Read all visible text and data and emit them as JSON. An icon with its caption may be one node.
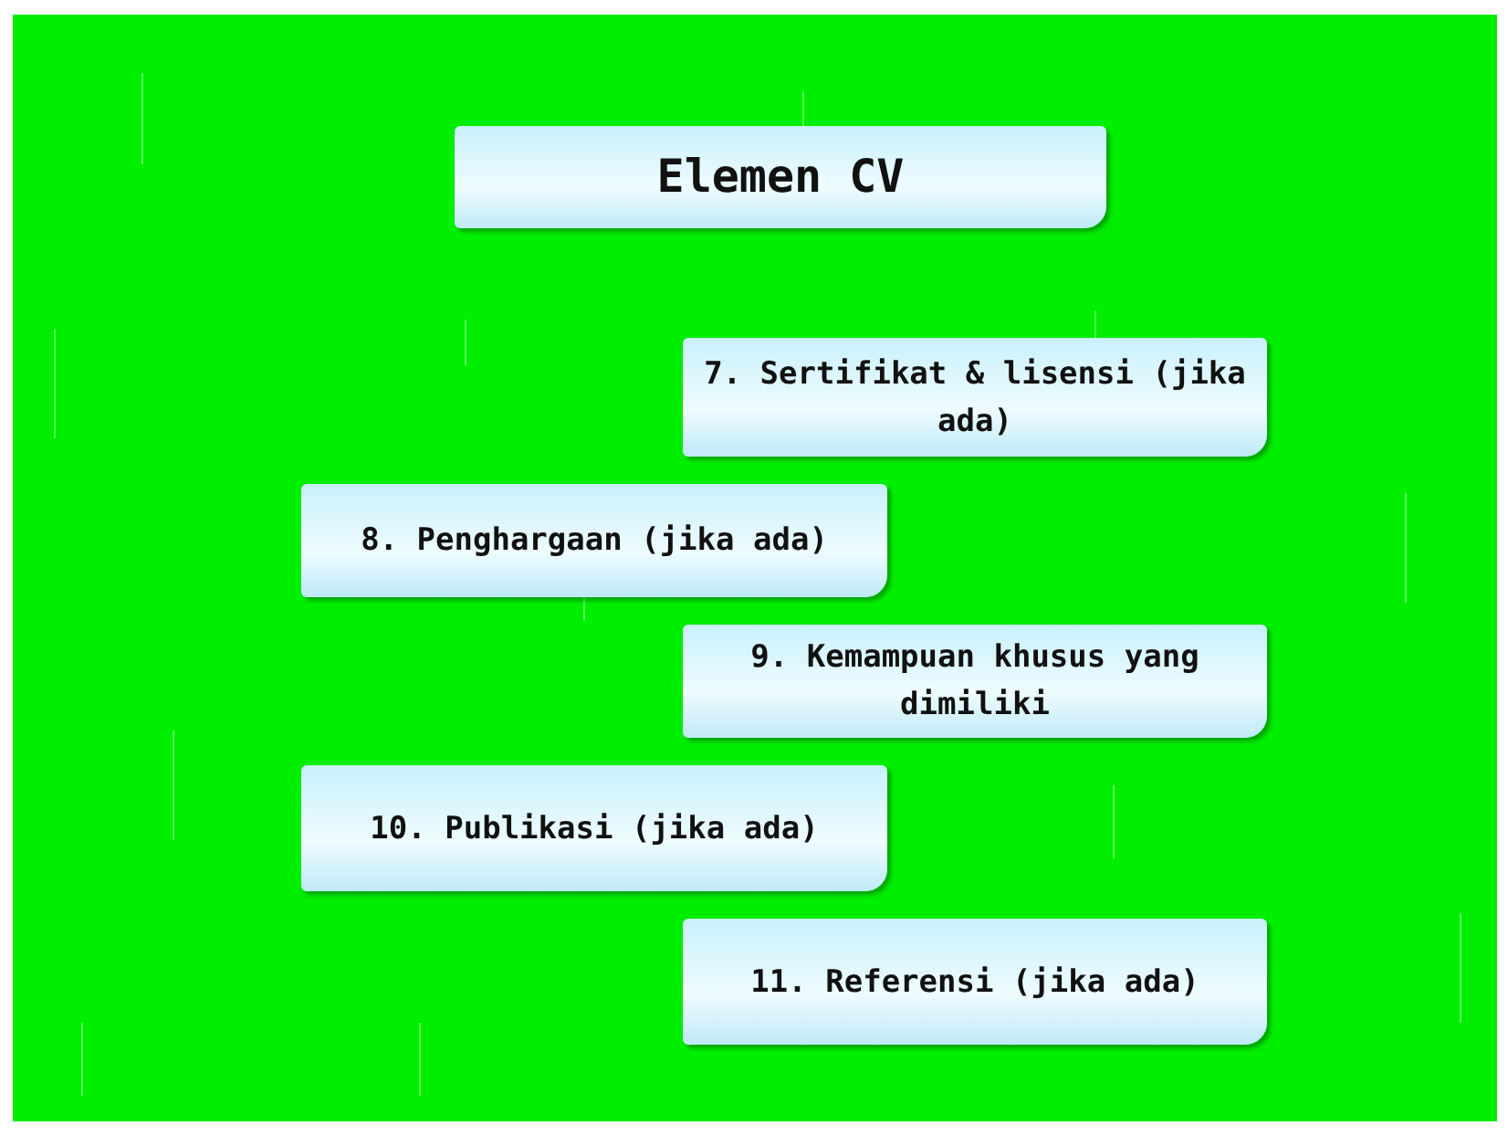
{
  "diagram": {
    "nodes": [
      {
        "text": [
          "Elemen CV"
        ]
      },
      {
        "text": [
          "7. Sertifikat & lisensi (jika ada)"
        ]
      },
      {
        "text": [
          "8. Penghargaan (jika ada)"
        ]
      },
      {
        "text": [
          "9. Kemampuan khusus yang dimiliki"
        ]
      },
      {
        "text": [
          "10. Publikasi (jika ada)"
        ]
      },
      {
        "text": [
          "11. Referensi (jika ada)"
        ]
      }
    ]
  }
}
